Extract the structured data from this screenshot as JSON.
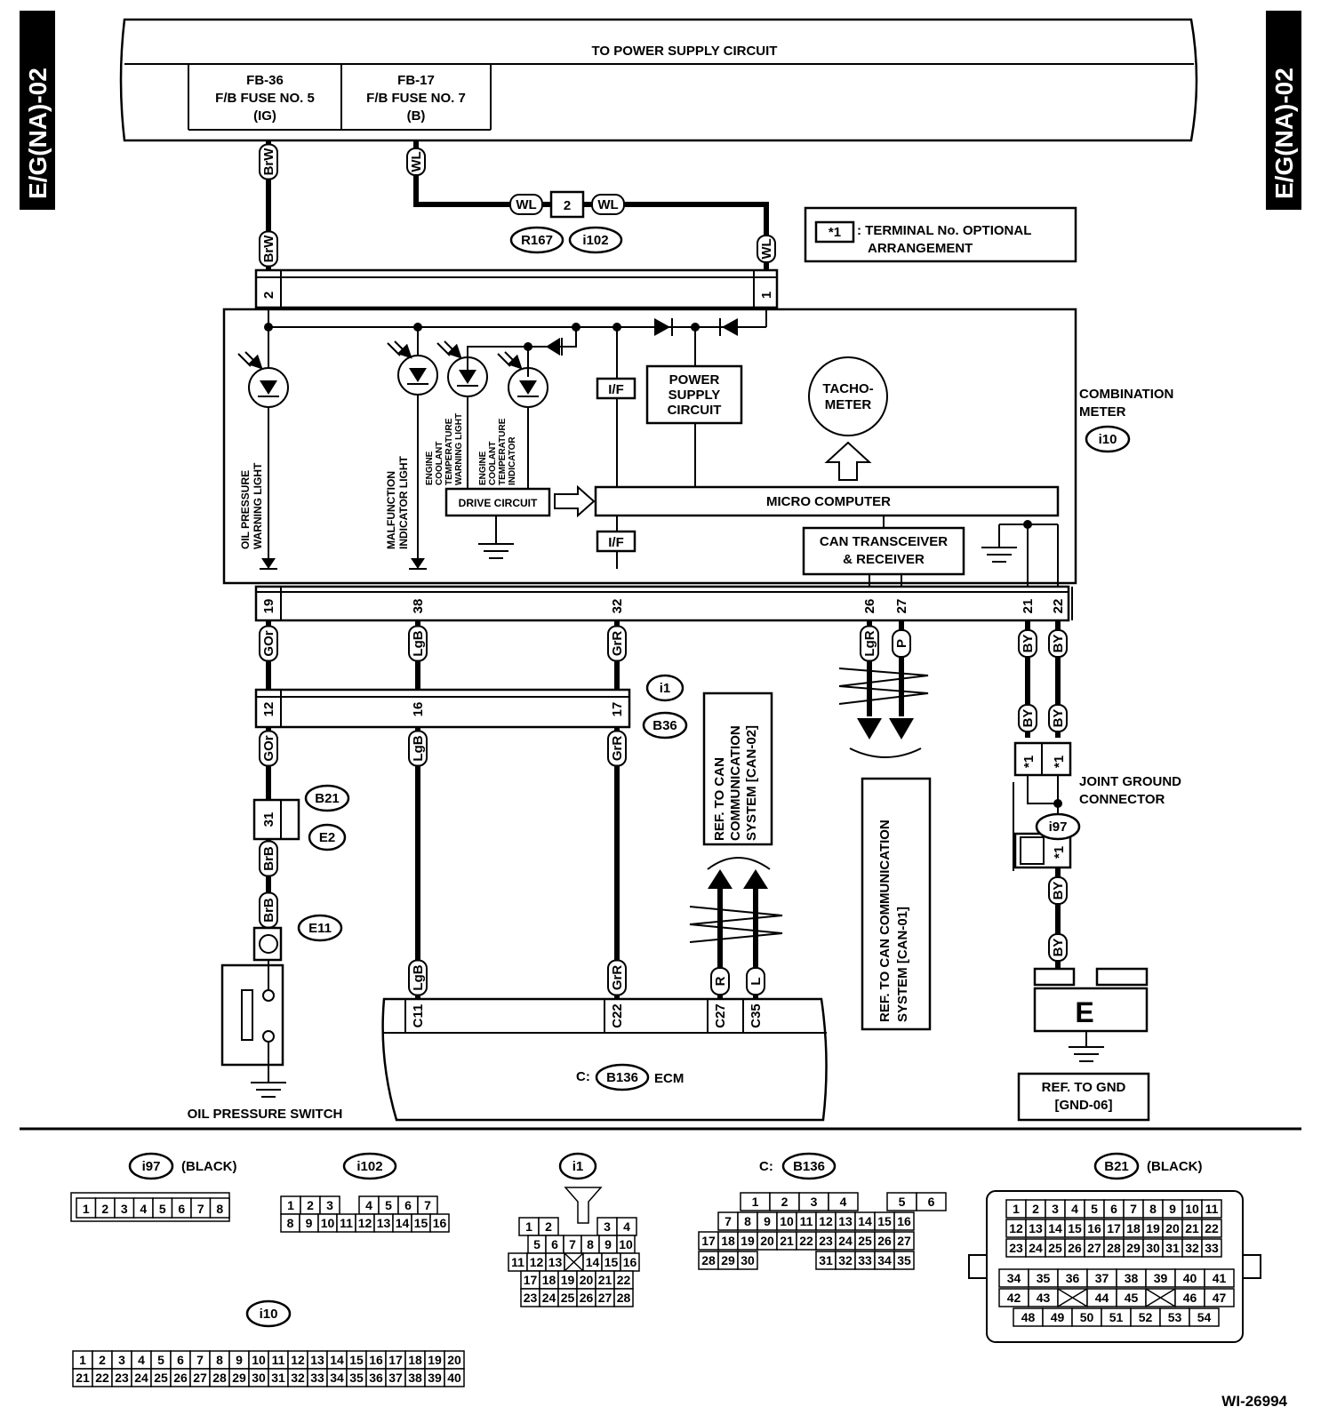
{
  "side_tags": [
    "E/G(NA)-02",
    "E/G(NA)-02"
  ],
  "power_supply": {
    "title": "TO POWER SUPPLY CIRCUIT",
    "fuses": [
      {
        "code": "FB-36",
        "name": "F/B FUSE NO. 5",
        "mode": "(IG)"
      },
      {
        "code": "FB-17",
        "name": "F/B FUSE NO. 7",
        "mode": "(B)"
      }
    ]
  },
  "note": {
    "mark": "*1",
    "text_line1": ": TERMINAL No. OPTIONAL",
    "text_line2": "ARRANGEMENT"
  },
  "combination_meter": {
    "label_line1": "COMBINATION",
    "label_line2": "METER",
    "connector": "i10",
    "power_pins": [
      "2",
      "1"
    ],
    "lights": [
      [
        "OIL PRESSURE",
        "WARNING LIGHT"
      ],
      [
        "MALFUNCTION",
        "INDICATOR LIGHT"
      ],
      [
        "ENGINE",
        "COOLANT",
        "TEMPERATURE",
        "WARNING LIGHT"
      ],
      [
        "ENGINE",
        "COOLANT",
        "TEMPERATURE",
        "INDICATOR"
      ]
    ],
    "if_label": "I/F",
    "power_circuit": [
      "POWER",
      "SUPPLY",
      "CIRCUIT"
    ],
    "tachometer": [
      "TACHO-",
      "METER"
    ],
    "drive_circuit": "DRIVE CIRCUIT",
    "micro_computer": "MICRO COMPUTER",
    "can": [
      "CAN TRANSCEIVER",
      "& RECEIVER"
    ],
    "bottom_pins": [
      "19",
      "38",
      "32",
      "26",
      "27",
      "21",
      "22"
    ]
  },
  "wires": {
    "BrW": "BrW",
    "WL": "WL",
    "GOr": "GOr",
    "LgB": "LgB",
    "GrR": "GrR",
    "LgR": "LgR",
    "P": "P",
    "BY": "BY",
    "BrB": "BrB",
    "R": "R",
    "L": "L"
  },
  "splice": {
    "mid": "2",
    "c1": "R167",
    "c2": "i102"
  },
  "i1_connector": {
    "pins": [
      "12",
      "16",
      "17"
    ],
    "c1": "i1",
    "c2": "B36"
  },
  "b21_connector": {
    "pin": "31",
    "c1": "B21",
    "c2": "E2"
  },
  "oil_switch": {
    "connector": "E11",
    "label": "OIL PRESSURE SWITCH"
  },
  "ecm": {
    "prefix": "C:",
    "connector": "B136",
    "label": "ECM",
    "pins": [
      "C11",
      "C22",
      "C27",
      "C35"
    ]
  },
  "can02_ref": [
    "REF. TO CAN",
    "COMMUNICATION",
    "SYSTEM [CAN-02]"
  ],
  "can01_ref": [
    "REF. TO CAN COMMUNICATION",
    "SYSTEM [CAN-01]"
  ],
  "joint_ground": {
    "label_line1": "JOINT GROUND",
    "label_line2": "CONNECTOR",
    "connector": "i97",
    "mark": "*1"
  },
  "ground": {
    "letter": "E",
    "ref_line1": "REF. TO GND",
    "ref_line2": "[GND-06]"
  },
  "connector_views": {
    "i97": {
      "name": "i97",
      "note": "(BLACK)",
      "pins": [
        "1",
        "2",
        "3",
        "4",
        "5",
        "6",
        "7",
        "8"
      ]
    },
    "i102": {
      "name": "i102",
      "row1": [
        "1",
        "2",
        "3",
        "",
        "4",
        "5",
        "6",
        "7"
      ],
      "row2": [
        "8",
        "9",
        "10",
        "11",
        "12",
        "13",
        "14",
        "15",
        "16"
      ]
    },
    "i1": {
      "name": "i1",
      "rows": [
        [
          "1",
          "2",
          "",
          "",
          "3",
          "4"
        ],
        [
          "5",
          "6",
          "7",
          "8",
          "9",
          "10"
        ],
        [
          "11",
          "12",
          "13",
          "X",
          "14",
          "15",
          "16"
        ],
        [
          "17",
          "18",
          "19",
          "20",
          "21",
          "22"
        ],
        [
          "23",
          "24",
          "25",
          "26",
          "27",
          "28"
        ]
      ]
    },
    "b136": {
      "prefix": "C:",
      "name": "B136",
      "rows": [
        [
          "",
          "1",
          "2",
          "3",
          "4",
          "",
          "5",
          "6"
        ],
        [
          "",
          "7",
          "8",
          "9",
          "10",
          "11",
          "12",
          "13",
          "14",
          "15",
          "16"
        ],
        [
          "17",
          "18",
          "19",
          "20",
          "21",
          "22",
          "23",
          "24",
          "25",
          "26",
          "27"
        ],
        [
          "28",
          "29",
          "30",
          "",
          "",
          "",
          "31",
          "32",
          "33",
          "34",
          "35"
        ]
      ]
    },
    "b21": {
      "name": "B21",
      "note": "(BLACK)",
      "rows": [
        [
          "1",
          "2",
          "3",
          "4",
          "5",
          "6",
          "7",
          "8",
          "9",
          "10",
          "11"
        ],
        [
          "12",
          "13",
          "14",
          "15",
          "16",
          "17",
          "18",
          "19",
          "20",
          "21",
          "22"
        ],
        [
          "23",
          "24",
          "25",
          "26",
          "27",
          "28",
          "29",
          "30",
          "31",
          "32",
          "33"
        ],
        [
          "34",
          "35",
          "36",
          "37",
          "38",
          "39",
          "40",
          "41"
        ],
        [
          "42",
          "43",
          "X",
          "44",
          "45",
          "X",
          "46",
          "47"
        ],
        [
          "48",
          "49",
          "50",
          "51",
          "52",
          "53",
          "54"
        ]
      ]
    },
    "i10": {
      "name": "i10",
      "row1": [
        "1",
        "2",
        "3",
        "4",
        "5",
        "6",
        "7",
        "8",
        "9",
        "10",
        "11",
        "12",
        "13",
        "14",
        "15",
        "16",
        "17",
        "18",
        "19",
        "20"
      ],
      "row2": [
        "21",
        "22",
        "23",
        "24",
        "25",
        "26",
        "27",
        "28",
        "29",
        "30",
        "31",
        "32",
        "33",
        "34",
        "35",
        "36",
        "37",
        "38",
        "39",
        "40"
      ]
    }
  },
  "figure_id": "WI-26994"
}
